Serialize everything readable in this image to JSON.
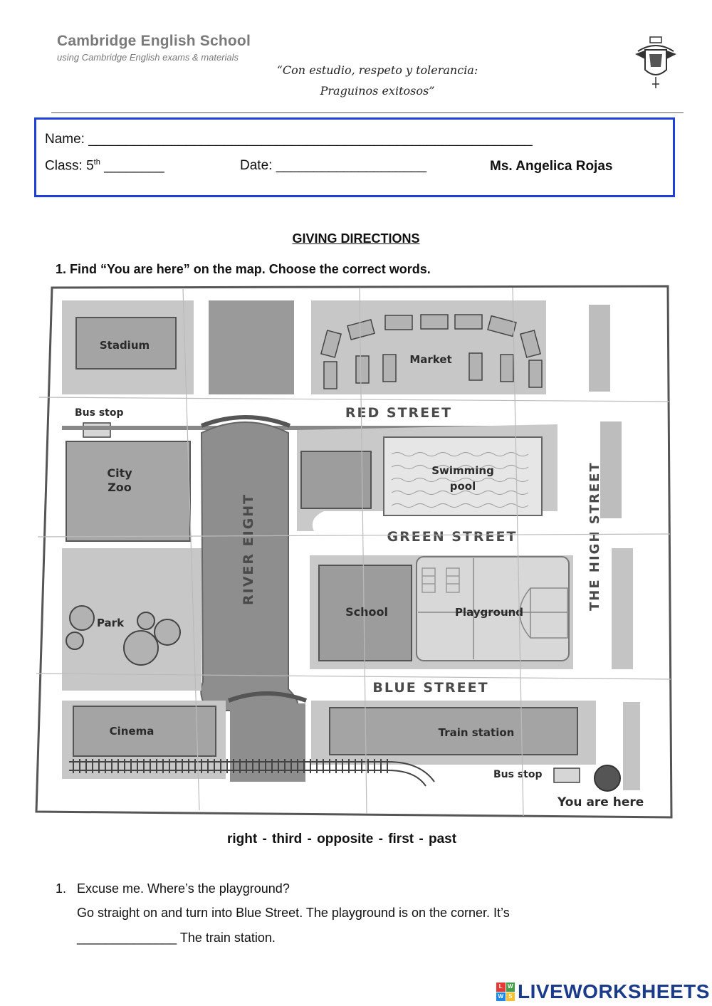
{
  "header": {
    "school_name": "Cambridge English School",
    "school_sub": "using Cambridge English exams & materials",
    "motto_line1": "“Con estudio, respeto y tolerancia:",
    "motto_line2": "Praguinos exitosos”"
  },
  "info": {
    "name_label": "Name: ___________________________________________________________",
    "class_label": "Class: 5",
    "class_sup": "th",
    "class_blank": " ________",
    "date_label": "Date: ____________________",
    "teacher": "Ms. Angelica Rojas"
  },
  "title": "GIVING DIRECTIONS",
  "instruction": "1.  Find “You are here” on the map. Choose the correct words.",
  "map": {
    "labels": {
      "stadium": "Stadium",
      "market": "Market",
      "bus_stop_top": "Bus stop",
      "red_street": "RED STREET",
      "city_zoo_1": "City",
      "city_zoo_2": "Zoo",
      "swimming_1": "Swimming",
      "swimming_2": "pool",
      "river": "RIVER EIGHT",
      "green_street": "GREEN STREET",
      "high_street": "THE HIGH STREET",
      "park": "Park",
      "school": "School",
      "playground": "Playground",
      "blue_street": "BLUE STREET",
      "cinema": "Cinema",
      "train_station": "Train station",
      "bus_stop_bottom": "Bus stop",
      "you_are_here": "You are here"
    }
  },
  "word_bank": "right  -  third  -  opposite  -  first  -  past",
  "questions": [
    {
      "number": "1.",
      "question": "Excuse me. Where’s the playground?",
      "line1": "Go straight on and turn into Blue Street. The playground is on the corner. It’s",
      "line2": "______________ The train station."
    }
  ],
  "footer": {
    "logo_text": "LIVEWORKSHEETS",
    "badge": [
      "L",
      "W",
      "W",
      "S"
    ],
    "colors": {
      "logo": "#1a3a8a",
      "box_border": "#1f3fd9"
    }
  }
}
